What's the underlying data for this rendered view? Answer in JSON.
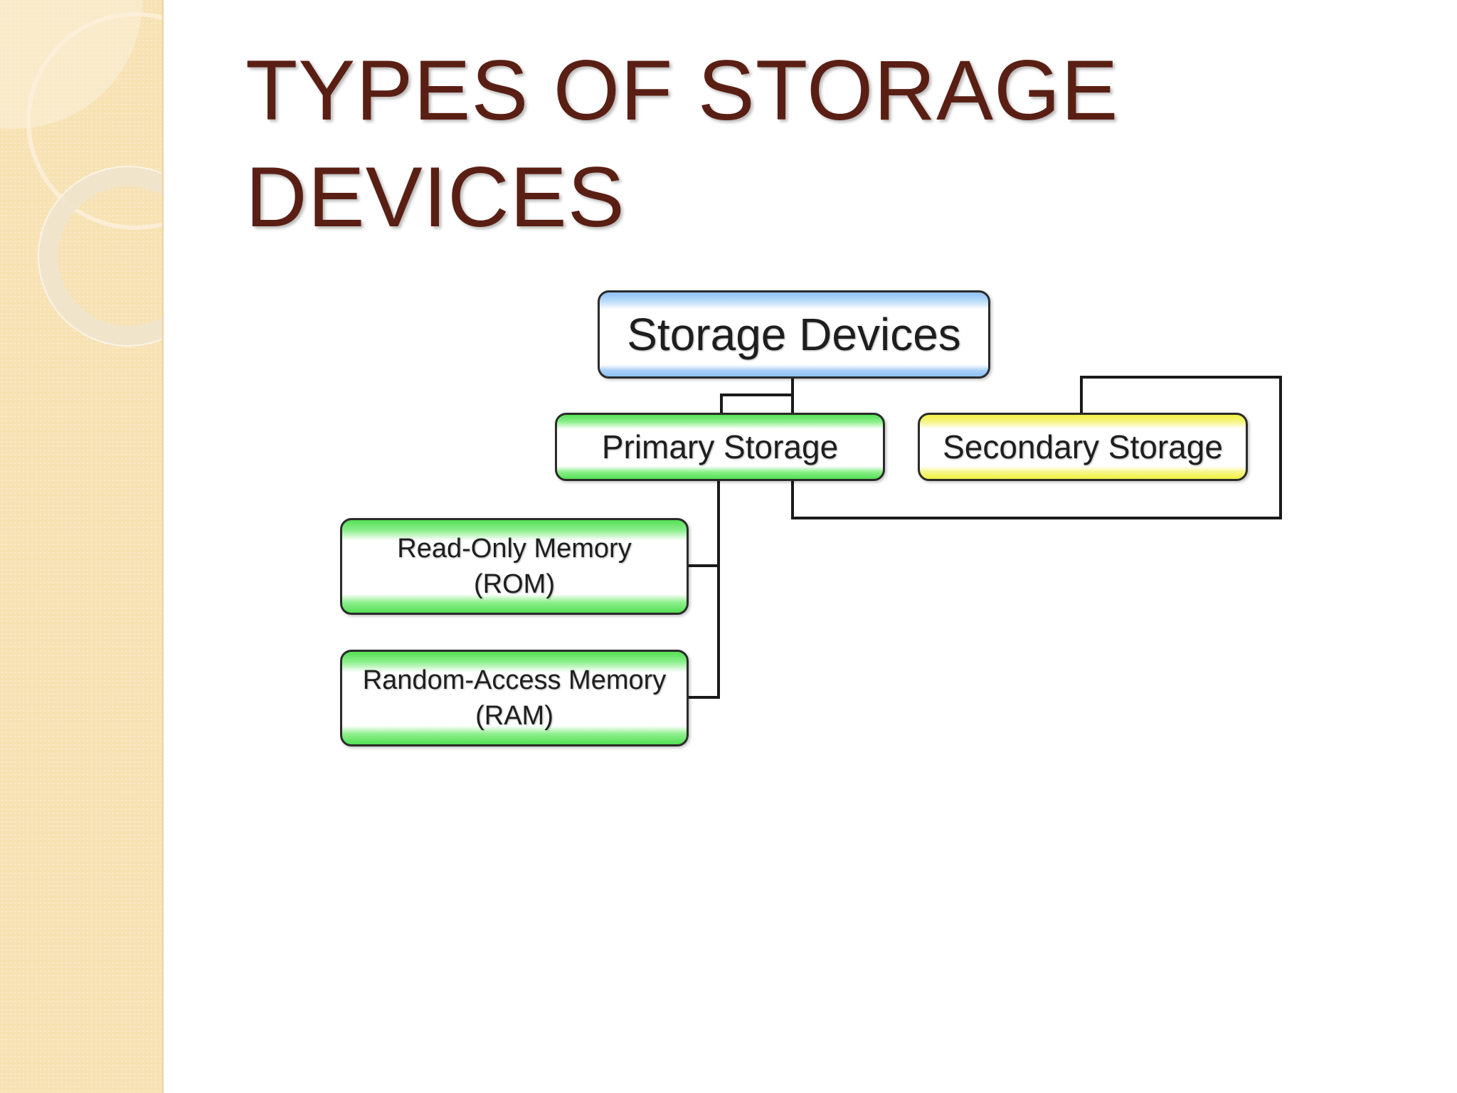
{
  "slide": {
    "title_lines": [
      "TYPES OF STORAGE",
      "DEVICES"
    ]
  },
  "diagram": {
    "root": {
      "label": "Storage Devices"
    },
    "primary": {
      "label": "Primary Storage"
    },
    "secondary": {
      "label": "Secondary Storage"
    },
    "rom": {
      "line1": "Read-Only Memory",
      "line2": "(ROM)"
    },
    "ram": {
      "line1": "Random-Access Memory",
      "line2": "(RAM)"
    }
  },
  "colors": {
    "title": "#5a1f14",
    "sidebar": "#f7e2b4",
    "root_accent": "#8ec2f5",
    "primary_accent": "#55e055",
    "secondary_accent": "#f0f040",
    "connector": "#1a1a1a"
  }
}
